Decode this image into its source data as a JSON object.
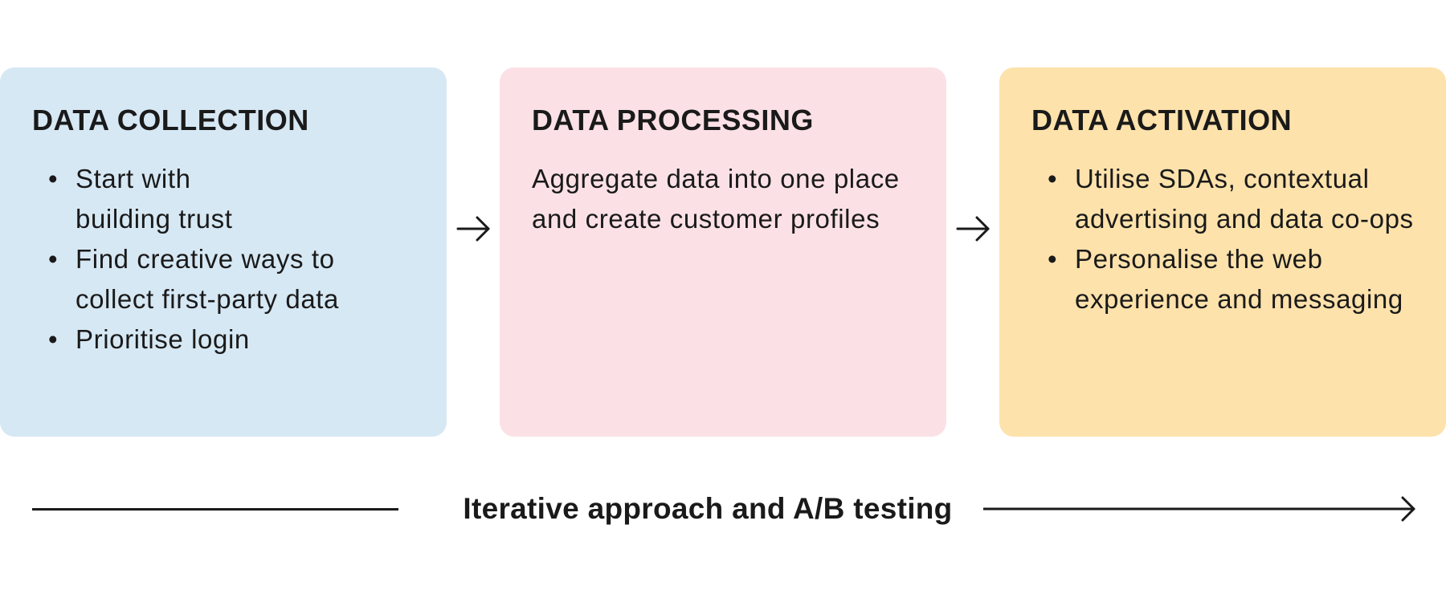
{
  "colors": {
    "collection_bg": "#d6e8f4",
    "processing_bg": "#fbe1e6",
    "activation_bg": "#fde2ab",
    "ink": "#1a1a1a"
  },
  "stages": {
    "collection": {
      "title": "DATA COLLECTION",
      "items": [
        "Start with building trust",
        "Find creative ways to collect first-party data",
        "Prioritise login"
      ]
    },
    "processing": {
      "title": "DATA PROCESSING",
      "text": "Aggregate data into one place and create customer profiles"
    },
    "activation": {
      "title": "DATA ACTIVATION",
      "items": [
        "Utilise SDAs, contextual advertising and data co-ops",
        "Personalise the web experience and messaging"
      ]
    }
  },
  "timeline": {
    "label": "Iterative approach and A/B testing"
  },
  "icons": {
    "flow_arrow": "arrow-right-icon",
    "bullet": "•"
  }
}
